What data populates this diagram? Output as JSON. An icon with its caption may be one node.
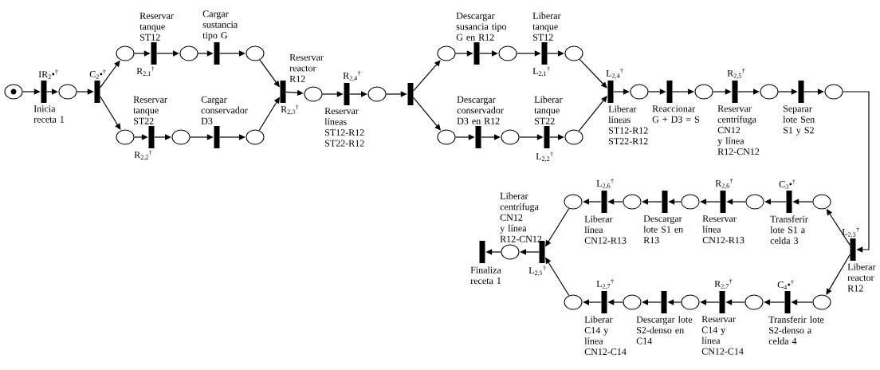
{
  "diagram": {
    "nodes": [
      {
        "text": [],
        "shape": "circle"
      },
      {
        "text": [],
        "shape": "bar",
        "beside": [
          "IR$_{2}$•$^{†}$",
          "Inicia receta 1"
        ]
      },
      {
        "text": [],
        "shape": "circle"
      },
      {
        "text": [],
        "shape": "bar",
        "beside": [
          "C$_{2}$•$^{†}$"
        ]
      },
      {
        "text": [],
        "shape": "circle"
      },
      {
        "text": [],
        "shape": "bar",
        "beside": [
          "Reservar tanque ST12",
          "R$_{2,1}$$^{†}$"
        ]
      },
      {
        "text": [],
        "shape": "circle"
      },
      {
        "text": [],
        "shape": "bar",
        "beside": [
          "Cargar sustancia tipo G"
        ]
      },
      {
        "text": [],
        "shape": "circle"
      },
      {
        "text": [],
        "shape": "circle"
      },
      {
        "text": [],
        "shape": "bar",
        "beside": [
          "Reservar tanque ST22",
          "R$_{2,2}$$^{†}$"
        ]
      },
      {
        "text": [],
        "shape": "circle"
      },
      {
        "text": [],
        "shape": "bar",
        "beside": [
          "Cargar conservador D3"
        ]
      },
      {
        "text": [],
        "shape": "circle"
      },
      {
        "text": [],
        "shape": "bar",
        "beside": [
          "Reservar reactor R12",
          "R$_{2,3}$$^{†}$"
        ]
      },
      {
        "text": [],
        "shape": "circle"
      },
      {
        "text": [],
        "shape": "bar",
        "beside": [
          "R$_{2,4}$$^{†}$",
          "Reservar líneas ST12-R12 ST22-R12"
        ]
      },
      {
        "text": [],
        "shape": "circle"
      },
      {
        "text": [],
        "shape": "bar"
      },
      {
        "text": [],
        "shape": "circle"
      },
      {
        "text": [],
        "shape": "bar",
        "beside": [
          "Descargar susancia tipo G en R12"
        ]
      },
      {
        "text": [],
        "shape": "circle"
      },
      {
        "text": [],
        "shape": "bar",
        "beside": [
          "Liberar tanque ST12",
          "L$_{2,1}$$^{†}$"
        ]
      },
      {
        "text": [],
        "shape": "circle"
      },
      {
        "text": [],
        "shape": "circle"
      },
      {
        "text": [],
        "shape": "bar",
        "beside": [
          "Descargar conservador D3 en R12"
        ]
      },
      {
        "text": [],
        "shape": "circle"
      },
      {
        "text": [],
        "shape": "bar",
        "beside": [
          "Liberar tanque ST22",
          "L$_{2,2}$$^{†}$"
        ]
      },
      {
        "text": [],
        "shape": "circle"
      },
      {
        "text": [],
        "shape": "bar",
        "beside": [
          "L$_{2,4}$$^{†}$",
          "Liberar líneas ST12-R12 ST22-R12"
        ]
      },
      {
        "text": [],
        "shape": "circle"
      },
      {
        "text": [],
        "shape": "bar",
        "beside": [
          "Reaccionar G + D3 = S"
        ]
      },
      {
        "text": [],
        "shape": "circle"
      },
      {
        "text": [],
        "shape": "bar",
        "beside": [
          "R$_{2,5}$$^{†}$",
          "Reservar centrífuga CN12 y línea R12-CN12"
        ]
      },
      {
        "text": [],
        "shape": "circle"
      },
      {
        "text": [],
        "shape": "bar",
        "beside": [
          "Separar lote Sen S1 y S2"
        ]
      },
      {
        "text": [],
        "shape": "circle"
      },
      {
        "text": [],
        "shape": "bar",
        "beside": [
          "L$_{2,3}$$^{†}$",
          "Liberar reactor R12"
        ]
      },
      {
        "text": [],
        "shape": "circle"
      },
      {
        "text": [],
        "shape": "bar",
        "beside": [
          "C$_{3}$•$^{†}$",
          "Transferir lote S1 a celda 3"
        ]
      },
      {
        "text": [],
        "shape": "circle"
      },
      {
        "text": [],
        "shape": "bar",
        "beside": [
          "R$_{2,6}$$^{†}$",
          "Reservar línea CN12-R13"
        ]
      },
      {
        "text": [],
        "shape": "circle"
      },
      {
        "text": [],
        "shape": "bar",
        "beside": [
          "Descargar lote S1 en R13"
        ]
      },
      {
        "text": [],
        "shape": "circle"
      },
      {
        "text": [],
        "shape": "bar",
        "beside": [
          "L$_{2,6}$$^{†}$",
          "Liberar línea CN12-R13"
        ]
      },
      {
        "text": [],
        "shape": "circle"
      },
      {
        "text": [],
        "shape": "circle"
      },
      {
        "text": [],
        "shape": "bar",
        "beside": [
          "C$_{4}$•$^{†}$",
          "Transferir lote S2-denso a celda 4"
        ]
      },
      {
        "text": [],
        "shape": "circle"
      },
      {
        "text": [],
        "shape": "bar",
        "beside": [
          "R$_{2,7}$$^{†}$",
          "Reservar C14 y línea CN12-C14"
        ]
      },
      {
        "text": [],
        "shape": "circle"
      },
      {
        "text": [],
        "shape": "bar",
        "beside": [
          "Descargar lote S2-denso en C14"
        ]
      },
      {
        "text": [],
        "shape": "circle"
      },
      {
        "text": [],
        "shape": "bar",
        "beside": [
          "L$_{2,7}$$^{†}$",
          "Liberar C14 y línea CN12-C14"
        ]
      },
      {
        "text": [],
        "shape": "circle"
      },
      {
        "text": [],
        "shape": "bar",
        "beside": [
          "Liberar centrífuga CN12 y línea R12-CN12",
          "L$_{2,5}$$^{†}$"
        ]
      },
      {
        "text": [],
        "shape": "circle"
      },
      {
        "text": [],
        "shape": "bar",
        "beside": [
          "Finaliza receta 1"
        ]
      }
    ],
    "edges": [
      {
        "from": 0,
        "to": 1,
        "arrow": "to"
      },
      {
        "from": 1,
        "to": 2,
        "arrow": "to"
      },
      {
        "from": 2,
        "to": 3,
        "arrow": "to"
      },
      {
        "from": 3,
        "to": 4,
        "arrow": "to"
      },
      {
        "from": 4,
        "to": 5,
        "arrow": "to"
      },
      {
        "from": 5,
        "to": 6,
        "arrow": "to"
      },
      {
        "from": 6,
        "to": 7,
        "arrow": "to"
      },
      {
        "from": 7,
        "to": 8,
        "arrow": "to"
      },
      {
        "from": 3,
        "to": 9,
        "arrow": "to"
      },
      {
        "from": 9,
        "to": 10,
        "arrow": "to"
      },
      {
        "from": 10,
        "to": 11,
        "arrow": "to"
      },
      {
        "from": 11,
        "to": 12,
        "arrow": "to"
      },
      {
        "from": 12,
        "to": 13,
        "arrow": "to"
      },
      {
        "from": 8,
        "to": 14,
        "arrow": "to"
      },
      {
        "from": 13,
        "to": 14,
        "arrow": "to"
      },
      {
        "from": 14,
        "to": 15,
        "arrow": "to"
      },
      {
        "from": 15,
        "to": 16,
        "arrow": "to"
      },
      {
        "from": 16,
        "to": 17,
        "arrow": "to"
      },
      {
        "from": 17,
        "to": 18,
        "arrow": "to"
      },
      {
        "from": 18,
        "to": 19,
        "arrow": "to"
      },
      {
        "from": 19,
        "to": 20,
        "arrow": "to"
      },
      {
        "from": 20,
        "to": 21,
        "arrow": "to"
      },
      {
        "from": 21,
        "to": 22,
        "arrow": "to"
      },
      {
        "from": 22,
        "to": 23,
        "arrow": "to"
      },
      {
        "from": 18,
        "to": 24,
        "arrow": "to"
      },
      {
        "from": 24,
        "to": 25,
        "arrow": "to"
      },
      {
        "from": 25,
        "to": 26,
        "arrow": "to"
      },
      {
        "from": 26,
        "to": 27,
        "arrow": "to"
      },
      {
        "from": 27,
        "to": 28,
        "arrow": "to"
      },
      {
        "from": 23,
        "to": 29,
        "arrow": "to"
      },
      {
        "from": 28,
        "to": 29,
        "arrow": "to"
      },
      {
        "from": 29,
        "to": 30,
        "arrow": "to"
      },
      {
        "from": 30,
        "to": 31,
        "arrow": "to"
      },
      {
        "from": 31,
        "to": 32,
        "arrow": "to"
      },
      {
        "from": 32,
        "to": 33,
        "arrow": "to"
      },
      {
        "from": 33,
        "to": 34,
        "arrow": "to"
      },
      {
        "from": 34,
        "to": 35,
        "arrow": "to"
      },
      {
        "from": 35,
        "to": 36,
        "arrow": "to"
      },
      {
        "from": 36,
        "to": 37,
        "arrow": "to"
      },
      {
        "from": 37,
        "to": 38,
        "arrow": "to"
      },
      {
        "from": 38,
        "to": 39,
        "arrow": "to"
      },
      {
        "from": 39,
        "to": 40,
        "arrow": "to"
      },
      {
        "from": 40,
        "to": 41,
        "arrow": "to"
      },
      {
        "from": 41,
        "to": 42,
        "arrow": "to"
      },
      {
        "from": 42,
        "to": 43,
        "arrow": "to"
      },
      {
        "from": 43,
        "to": 44,
        "arrow": "to"
      },
      {
        "from": 44,
        "to": 45,
        "arrow": "to"
      },
      {
        "from": 45,
        "to": 46,
        "arrow": "to"
      },
      {
        "from": 37,
        "to": 47,
        "arrow": "to"
      },
      {
        "from": 47,
        "to": 48,
        "arrow": "to"
      },
      {
        "from": 48,
        "to": 49,
        "arrow": "to"
      },
      {
        "from": 49,
        "to": 50,
        "arrow": "to"
      },
      {
        "from": 50,
        "to": 51,
        "arrow": "to"
      },
      {
        "from": 51,
        "to": 52,
        "arrow": "to"
      },
      {
        "from": 52,
        "to": 53,
        "arrow": "to"
      },
      {
        "from": 53,
        "to": 54,
        "arrow": "to"
      },
      {
        "from": 54,
        "to": 55,
        "arrow": "to"
      },
      {
        "from": 46,
        "to": 56,
        "arrow": "to"
      },
      {
        "from": 55,
        "to": 56,
        "arrow": "to"
      },
      {
        "from": 56,
        "to": 57,
        "arrow": "to"
      },
      {
        "from": 57,
        "to": 58,
        "arrow": "to"
      }
    ]
  }
}
